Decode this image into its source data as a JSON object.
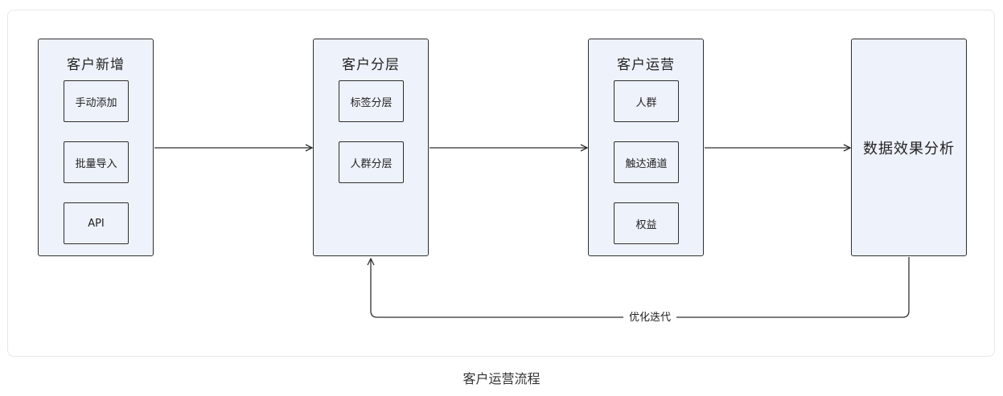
{
  "diagram": {
    "groups": [
      {
        "title": "客户新增",
        "items": [
          "手动添加",
          "批量导入",
          "API"
        ]
      },
      {
        "title": "客户分层",
        "items": [
          "标签分层",
          "人群分层"
        ]
      },
      {
        "title": "客户运营",
        "items": [
          "人群",
          "触达通道",
          "权益"
        ]
      },
      {
        "title": "数据效果分析",
        "items": []
      }
    ],
    "feedback_label": "优化迭代"
  },
  "caption": "客户运营流程"
}
